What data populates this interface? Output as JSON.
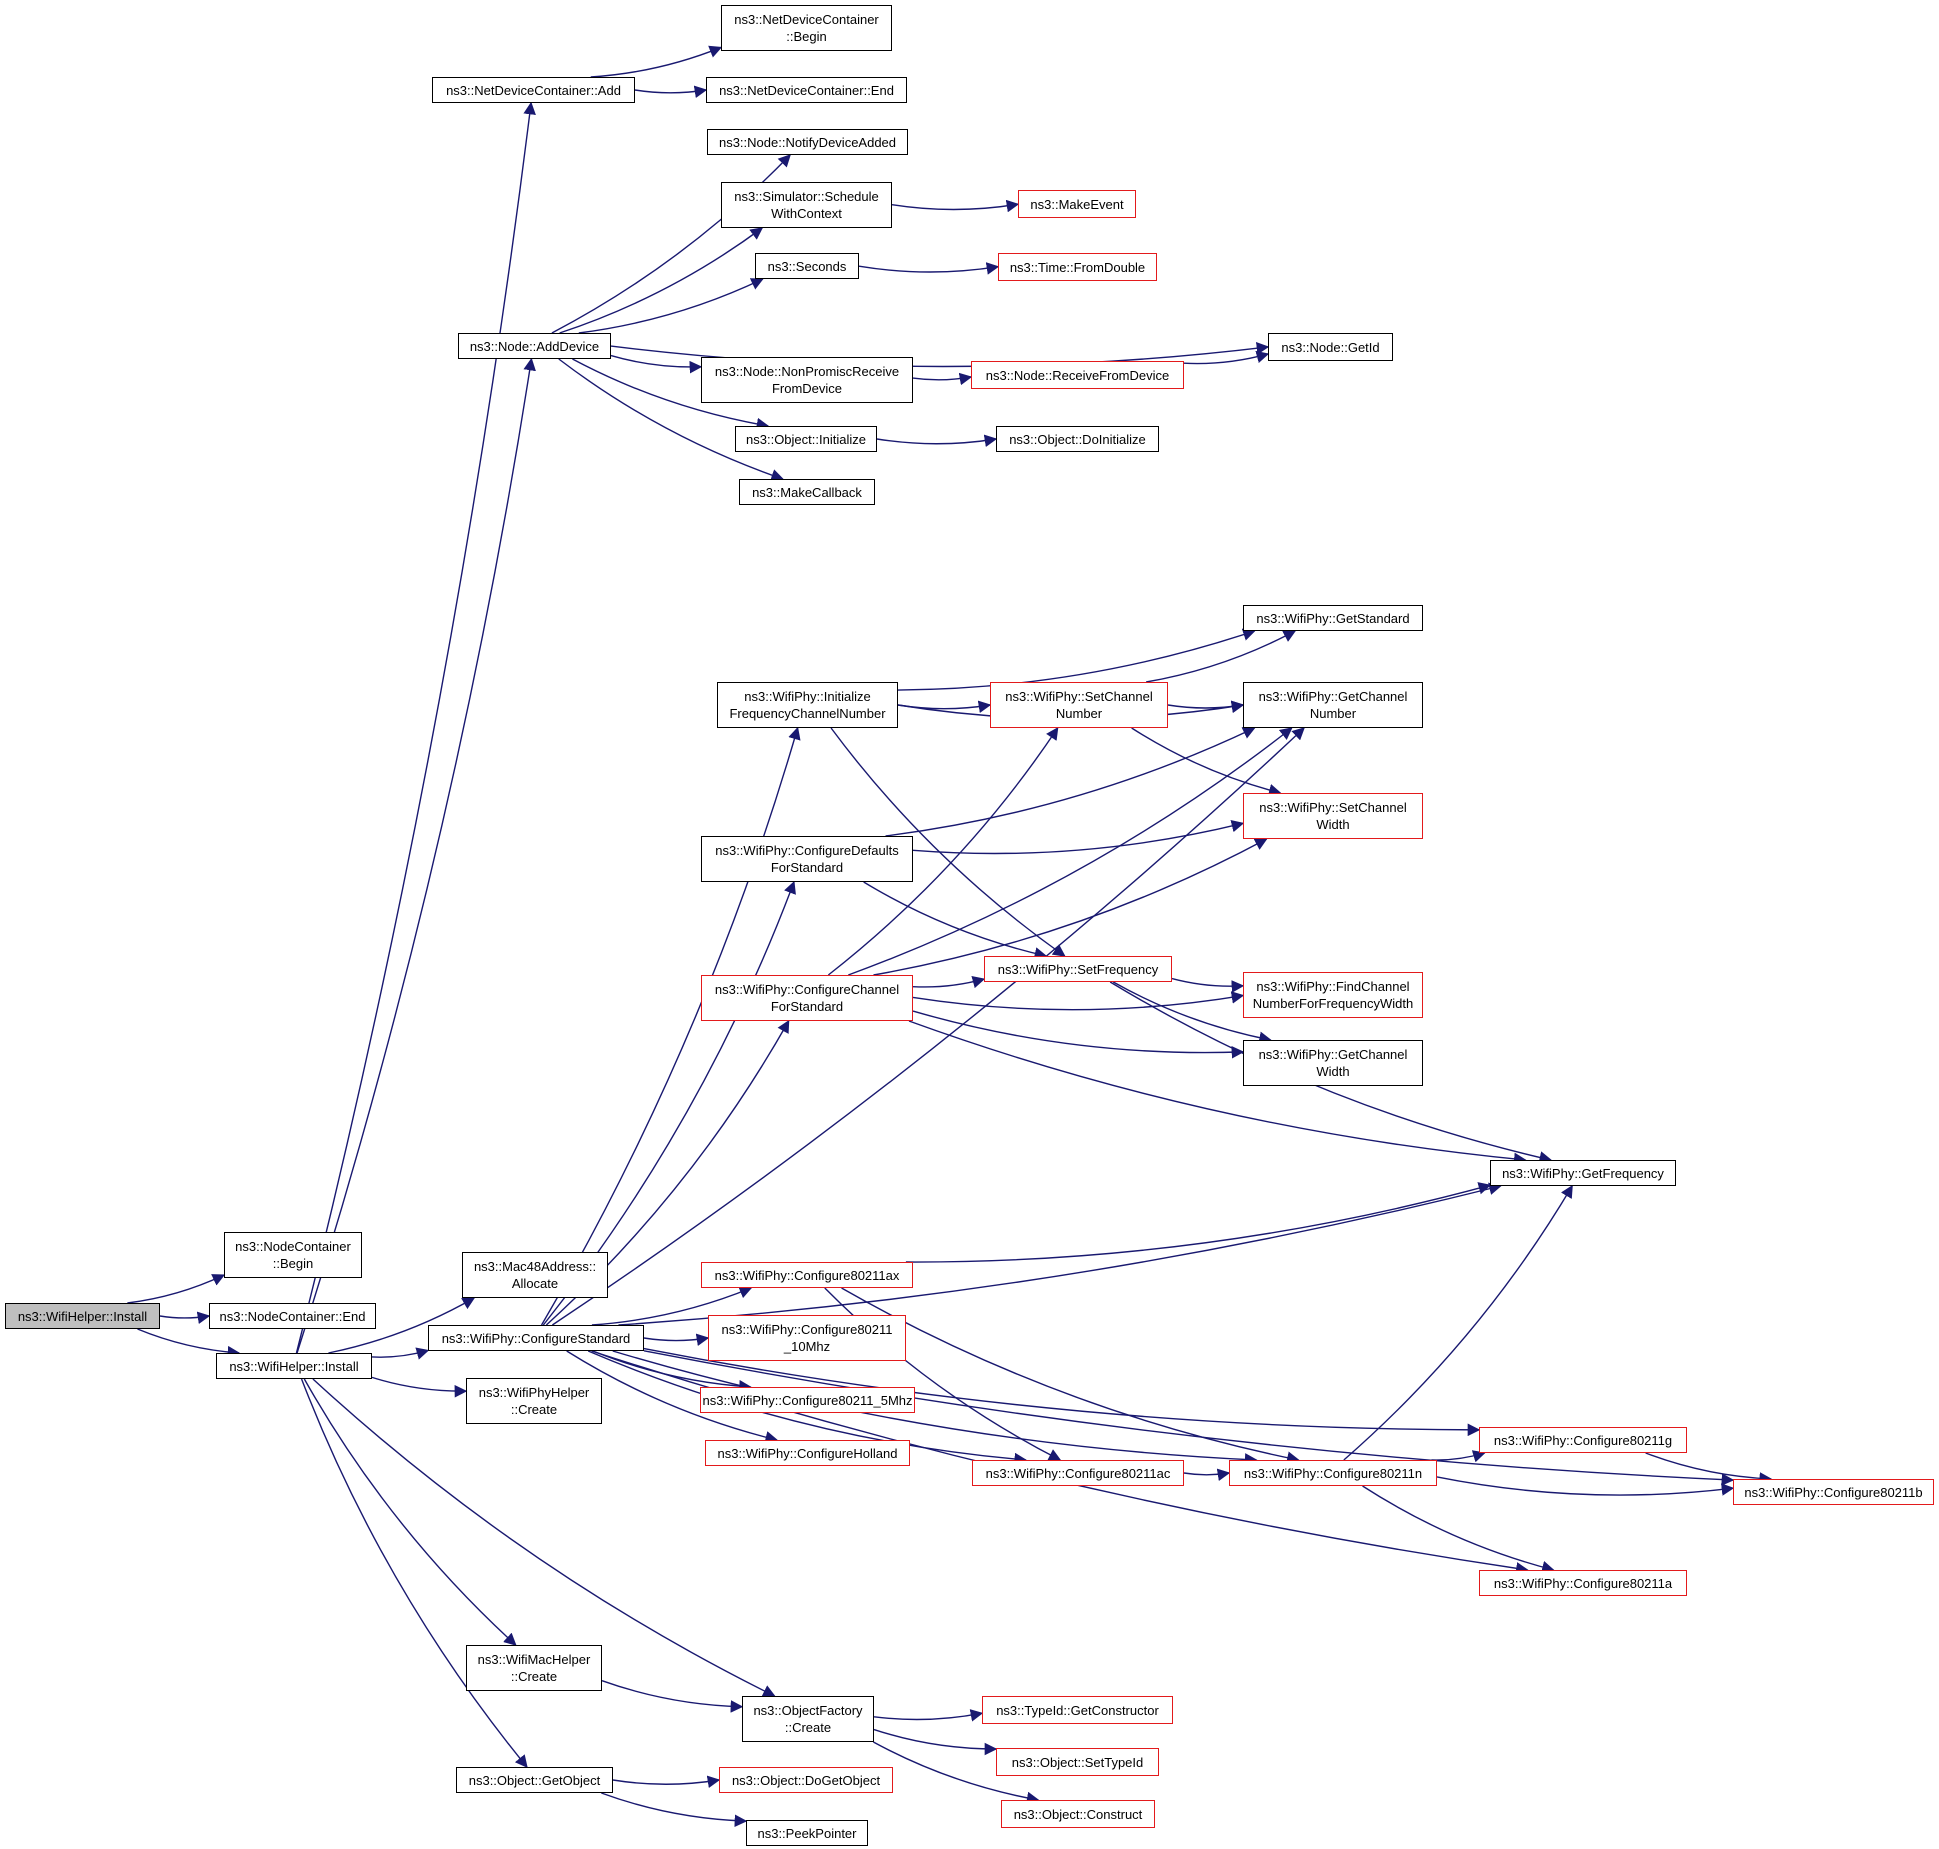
{
  "arrow_color": "#191970",
  "nodes": [
    {
      "id": "n0",
      "lines": [
        "ns3::WifiHelper::Install"
      ],
      "style": "root"
    },
    {
      "id": "n1",
      "lines": [
        "ns3::NodeContainer",
        "::Begin"
      ],
      "style": "black"
    },
    {
      "id": "n2",
      "lines": [
        "ns3::NodeContainer::End"
      ],
      "style": "black"
    },
    {
      "id": "n3",
      "lines": [
        "ns3::WifiHelper::Install"
      ],
      "style": "black"
    },
    {
      "id": "n4",
      "lines": [
        "ns3::NetDeviceContainer::Add"
      ],
      "style": "black"
    },
    {
      "id": "n5",
      "lines": [
        "ns3::NetDeviceContainer",
        "::Begin"
      ],
      "style": "black"
    },
    {
      "id": "n6",
      "lines": [
        "ns3::NetDeviceContainer::End"
      ],
      "style": "black"
    },
    {
      "id": "n7",
      "lines": [
        "ns3::Node::AddDevice"
      ],
      "style": "black"
    },
    {
      "id": "n8",
      "lines": [
        "ns3::Node::NotifyDeviceAdded"
      ],
      "style": "black"
    },
    {
      "id": "n9",
      "lines": [
        "ns3::Simulator::Schedule",
        "WithContext"
      ],
      "style": "black"
    },
    {
      "id": "n10",
      "lines": [
        "ns3::MakeEvent"
      ],
      "style": "red"
    },
    {
      "id": "n11",
      "lines": [
        "ns3::Seconds"
      ],
      "style": "black"
    },
    {
      "id": "n12",
      "lines": [
        "ns3::Time::FromDouble"
      ],
      "style": "red"
    },
    {
      "id": "n13",
      "lines": [
        "ns3::Node::GetId"
      ],
      "style": "black"
    },
    {
      "id": "n14",
      "lines": [
        "ns3::Node::NonPromiscReceive",
        "FromDevice"
      ],
      "style": "black"
    },
    {
      "id": "n15",
      "lines": [
        "ns3::Node::ReceiveFromDevice"
      ],
      "style": "red"
    },
    {
      "id": "n16",
      "lines": [
        "ns3::Object::Initialize"
      ],
      "style": "black"
    },
    {
      "id": "n17",
      "lines": [
        "ns3::Object::DoInitialize"
      ],
      "style": "black"
    },
    {
      "id": "n18",
      "lines": [
        "ns3::MakeCallback"
      ],
      "style": "black"
    },
    {
      "id": "n19",
      "lines": [
        "ns3::Mac48Address::",
        "Allocate"
      ],
      "style": "black"
    },
    {
      "id": "n20",
      "lines": [
        "ns3::WifiPhy::ConfigureStandard"
      ],
      "style": "black"
    },
    {
      "id": "n21",
      "lines": [
        "ns3::WifiPhy::Initialize",
        "FrequencyChannelNumber"
      ],
      "style": "black"
    },
    {
      "id": "n22",
      "lines": [
        "ns3::WifiPhy::GetStandard"
      ],
      "style": "black"
    },
    {
      "id": "n23",
      "lines": [
        "ns3::WifiPhy::SetChannel",
        "Number"
      ],
      "style": "red"
    },
    {
      "id": "n24",
      "lines": [
        "ns3::WifiPhy::GetChannel",
        "Number"
      ],
      "style": "black"
    },
    {
      "id": "n25",
      "lines": [
        "ns3::WifiPhy::SetChannel",
        "Width"
      ],
      "style": "red"
    },
    {
      "id": "n26",
      "lines": [
        "ns3::WifiPhy::ConfigureDefaults",
        "ForStandard"
      ],
      "style": "black"
    },
    {
      "id": "n27",
      "lines": [
        "ns3::WifiPhy::SetFrequency"
      ],
      "style": "red"
    },
    {
      "id": "n28",
      "lines": [
        "ns3::WifiPhy::ConfigureChannel",
        "ForStandard"
      ],
      "style": "red"
    },
    {
      "id": "n29",
      "lines": [
        "ns3::WifiPhy::FindChannel",
        "NumberForFrequencyWidth"
      ],
      "style": "red"
    },
    {
      "id": "n30",
      "lines": [
        "ns3::WifiPhy::GetChannel",
        "Width"
      ],
      "style": "black"
    },
    {
      "id": "n31",
      "lines": [
        "ns3::WifiPhy::GetFrequency"
      ],
      "style": "black"
    },
    {
      "id": "n32",
      "lines": [
        "ns3::WifiPhy::Configure80211ax"
      ],
      "style": "red"
    },
    {
      "id": "n33",
      "lines": [
        "ns3::WifiPhy::Configure80211",
        "_10Mhz"
      ],
      "style": "red"
    },
    {
      "id": "n34",
      "lines": [
        "ns3::WifiPhy::Configure80211_5Mhz"
      ],
      "style": "red"
    },
    {
      "id": "n35",
      "lines": [
        "ns3::WifiPhy::ConfigureHolland"
      ],
      "style": "red"
    },
    {
      "id": "n36",
      "lines": [
        "ns3::WifiPhy::Configure80211ac"
      ],
      "style": "red"
    },
    {
      "id": "n37",
      "lines": [
        "ns3::WifiPhy::Configure80211n"
      ],
      "style": "red"
    },
    {
      "id": "n38",
      "lines": [
        "ns3::WifiPhy::Configure80211g"
      ],
      "style": "red"
    },
    {
      "id": "n39",
      "lines": [
        "ns3::WifiPhy::Configure80211b"
      ],
      "style": "red"
    },
    {
      "id": "n40",
      "lines": [
        "ns3::WifiPhy::Configure80211a"
      ],
      "style": "red"
    },
    {
      "id": "n41",
      "lines": [
        "ns3::WifiPhyHelper",
        "::Create"
      ],
      "style": "black"
    },
    {
      "id": "n42",
      "lines": [
        "ns3::WifiMacHelper",
        "::Create"
      ],
      "style": "black"
    },
    {
      "id": "n43",
      "lines": [
        "ns3::ObjectFactory",
        "::Create"
      ],
      "style": "black"
    },
    {
      "id": "n44",
      "lines": [
        "ns3::TypeId::GetConstructor"
      ],
      "style": "red"
    },
    {
      "id": "n45",
      "lines": [
        "ns3::Object::SetTypeId"
      ],
      "style": "red"
    },
    {
      "id": "n46",
      "lines": [
        "ns3::Object::Construct"
      ],
      "style": "red"
    },
    {
      "id": "n47",
      "lines": [
        "ns3::Object::GetObject"
      ],
      "style": "black"
    },
    {
      "id": "n48",
      "lines": [
        "ns3::Object::DoGetObject"
      ],
      "style": "red"
    },
    {
      "id": "n49",
      "lines": [
        "ns3::PeekPointer"
      ],
      "style": "black"
    }
  ],
  "edges": [
    [
      "n0",
      "n1"
    ],
    [
      "n0",
      "n2"
    ],
    [
      "n0",
      "n3"
    ],
    [
      "n3",
      "n4"
    ],
    [
      "n3",
      "n7"
    ],
    [
      "n3",
      "n19"
    ],
    [
      "n3",
      "n20"
    ],
    [
      "n3",
      "n41"
    ],
    [
      "n3",
      "n42"
    ],
    [
      "n3",
      "n43"
    ],
    [
      "n3",
      "n47"
    ],
    [
      "n4",
      "n5"
    ],
    [
      "n4",
      "n6"
    ],
    [
      "n7",
      "n8"
    ],
    [
      "n7",
      "n9"
    ],
    [
      "n7",
      "n11"
    ],
    [
      "n7",
      "n13"
    ],
    [
      "n7",
      "n14"
    ],
    [
      "n7",
      "n16"
    ],
    [
      "n7",
      "n18"
    ],
    [
      "n9",
      "n10"
    ],
    [
      "n11",
      "n12"
    ],
    [
      "n14",
      "n15"
    ],
    [
      "n15",
      "n13"
    ],
    [
      "n16",
      "n17"
    ],
    [
      "n20",
      "n21"
    ],
    [
      "n20",
      "n24"
    ],
    [
      "n20",
      "n26"
    ],
    [
      "n20",
      "n28"
    ],
    [
      "n20",
      "n31"
    ],
    [
      "n20",
      "n32"
    ],
    [
      "n20",
      "n33"
    ],
    [
      "n20",
      "n34"
    ],
    [
      "n20",
      "n35"
    ],
    [
      "n20",
      "n36"
    ],
    [
      "n20",
      "n37"
    ],
    [
      "n20",
      "n38"
    ],
    [
      "n20",
      "n39"
    ],
    [
      "n20",
      "n40"
    ],
    [
      "n21",
      "n22"
    ],
    [
      "n21",
      "n23"
    ],
    [
      "n21",
      "n24"
    ],
    [
      "n21",
      "n27"
    ],
    [
      "n23",
      "n22"
    ],
    [
      "n23",
      "n24"
    ],
    [
      "n23",
      "n25"
    ],
    [
      "n26",
      "n24"
    ],
    [
      "n26",
      "n25"
    ],
    [
      "n26",
      "n27"
    ],
    [
      "n28",
      "n23"
    ],
    [
      "n28",
      "n24"
    ],
    [
      "n28",
      "n25"
    ],
    [
      "n28",
      "n27"
    ],
    [
      "n28",
      "n29"
    ],
    [
      "n28",
      "n30"
    ],
    [
      "n28",
      "n31"
    ],
    [
      "n27",
      "n29"
    ],
    [
      "n27",
      "n30"
    ],
    [
      "n27",
      "n31"
    ],
    [
      "n32",
      "n31"
    ],
    [
      "n32",
      "n36"
    ],
    [
      "n32",
      "n37"
    ],
    [
      "n36",
      "n37"
    ],
    [
      "n37",
      "n31"
    ],
    [
      "n37",
      "n38"
    ],
    [
      "n37",
      "n39"
    ],
    [
      "n37",
      "n40"
    ],
    [
      "n38",
      "n39"
    ],
    [
      "n42",
      "n43"
    ],
    [
      "n43",
      "n44"
    ],
    [
      "n43",
      "n45"
    ],
    [
      "n43",
      "n46"
    ],
    [
      "n47",
      "n48"
    ],
    [
      "n47",
      "n49"
    ]
  ]
}
